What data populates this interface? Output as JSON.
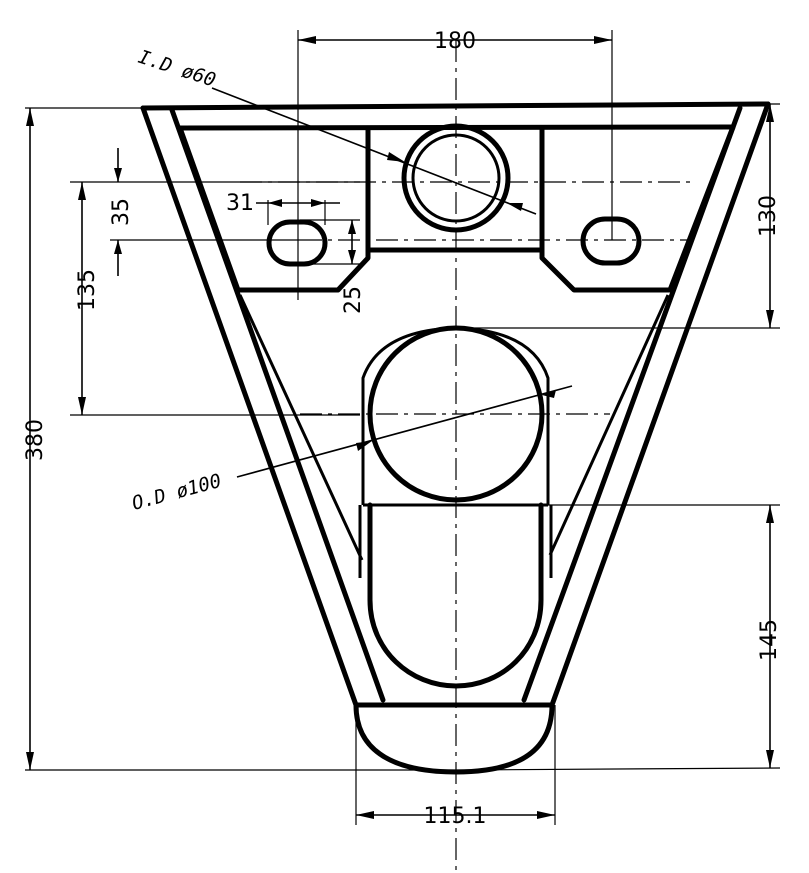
{
  "drawing": {
    "dimensions": {
      "top_width": "180",
      "inner_diameter": "I.D ø60",
      "slot_width": "31",
      "slot_offset": "35",
      "slot_height": "25",
      "height_130": "130",
      "height_135": "135",
      "overall_height": "380",
      "outer_diameter": "O.D ø100",
      "bottom_height": "145",
      "bottom_width": "115.1"
    }
  }
}
